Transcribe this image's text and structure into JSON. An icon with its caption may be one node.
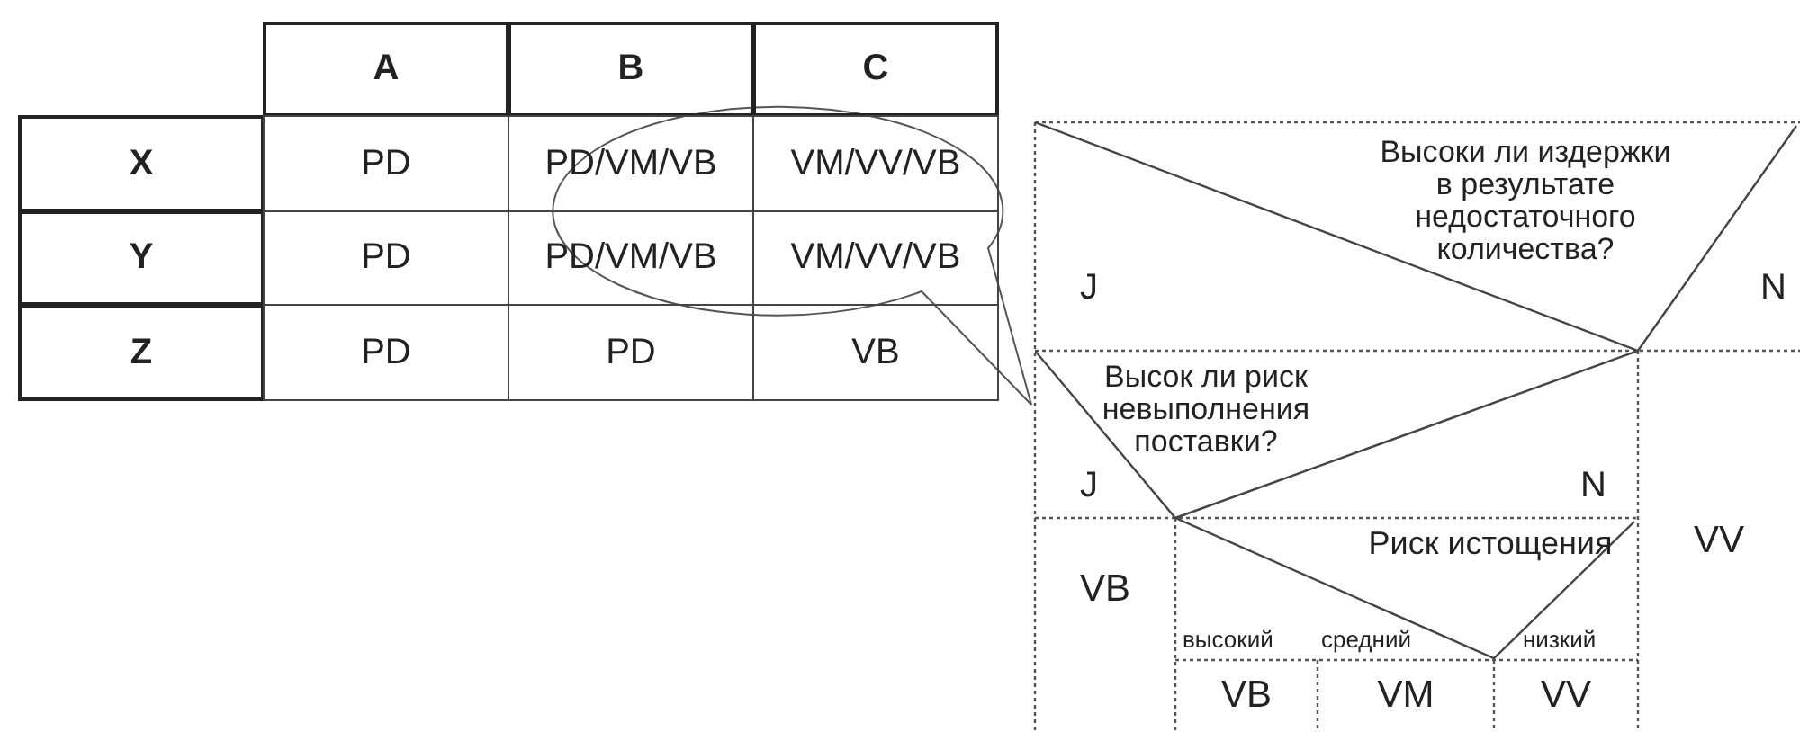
{
  "diagram": {
    "nodes": [
      {
        "text": [
          "Высоки ли издержки в результате недостаточного количества?"
        ]
      },
      {
        "text": [
          "Высок ли риск невыполнения поставки?"
        ]
      },
      {
        "text": [
          "Риск истощения"
        ]
      },
      {
        "text": [
          "VB"
        ]
      },
      {
        "text": [
          "VV"
        ]
      },
      {
        "text": [
          "VB"
        ]
      },
      {
        "text": [
          "VM"
        ]
      },
      {
        "text": [
          "VV"
        ]
      }
    ],
    "labels": [
      "A",
      "B",
      "C",
      "X",
      "PD",
      "PD/VM/VB",
      "VM/VV/VB",
      "Y",
      "PD",
      "PD/VM/VB",
      "VM/VV/VB",
      "Z",
      "PD",
      "PD",
      "VB",
      "J",
      "N",
      "J",
      "N",
      "высокий",
      "средний",
      "низкий"
    ]
  }
}
